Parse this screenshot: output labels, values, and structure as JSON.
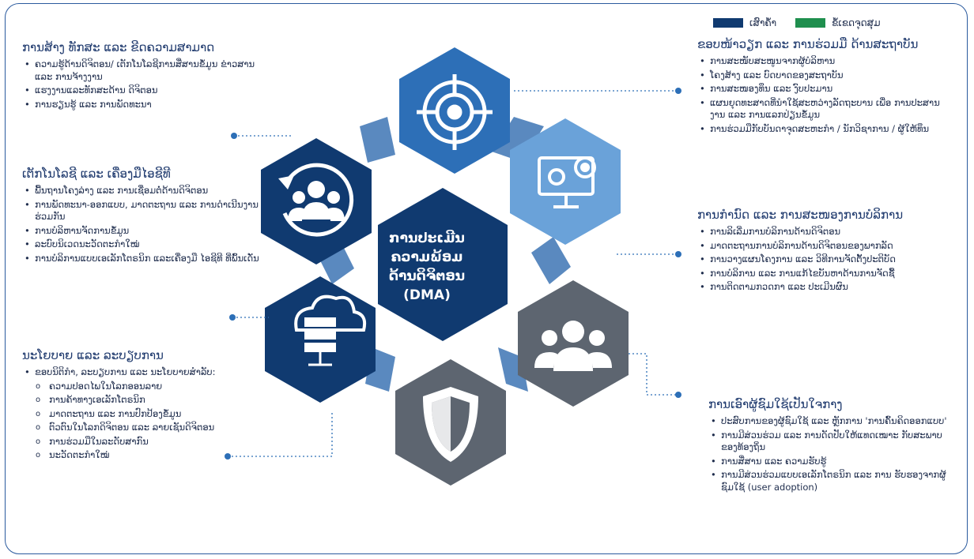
{
  "colors": {
    "navy": "#103a70",
    "blue": "#2d6fb7",
    "light_blue": "#6aa2d9",
    "gray": "#5d6570",
    "connector": "#5a89bf",
    "green": "#1f8f4e"
  },
  "legend": [
    {
      "label": "ເສົາຄ້ຳ",
      "color": "#103a70"
    },
    {
      "label": "ຂໍ້ເຂດຈຸດສຸມ",
      "color": "#1f8f4e"
    }
  ],
  "center": {
    "lines": [
      "ການປະເມີນ",
      "ຄວາມພ້ອມ",
      "ດ້ານດິຈິຕອນ",
      "(DMA)"
    ]
  },
  "icons": [
    {
      "name": "target-icon"
    },
    {
      "name": "computer-gear-icon"
    },
    {
      "name": "team-icon"
    },
    {
      "name": "shield-icon"
    },
    {
      "name": "cloud-server-icon"
    },
    {
      "name": "people-refresh-icon"
    }
  ],
  "left_blocks": [
    {
      "title": "ການສ້າງ ທັກສະ ແລະ ຂີດຄວາມສາມາດ",
      "items": [
        {
          "t": "ຄວາມຮູ້ດ້ານດິຈິຕອນ/ ເຕັກໂນໂລຊີການສື່ສານຂໍ້ມູນ ຂ່າວສານ ແລະ ການຈ້າງງານ",
          "lvl": 1
        },
        {
          "t": "ແຮງງານແລະທັກສະດ້ານ ດິຈິຕອນ",
          "lvl": 1
        },
        {
          "t": "ການຮຽນຮູ້ ແລະ ການພັດທະນາ",
          "lvl": 1
        }
      ]
    },
    {
      "title": "ເຕັກໂນໂລຊີ ແລະ ເຄື່ອງມືໄອຊີທີ",
      "items": [
        {
          "t": "ພື້ນຖານໂຄງລ່າງ ແລະ ການເຊື່ອມຕໍ່ດ້ານດິຈິຕອນ",
          "lvl": 1
        },
        {
          "t": "ການພັດທະນາ-ອອກແບບ, ມາດຕະຖານ ແລະ ການດຳເນີນງານຮ່ວມກັນ",
          "lvl": 1
        },
        {
          "t": "ການບໍລິຫານຈັດການຂໍ້ມູນ",
          "lvl": 1
        },
        {
          "t": "ລະບົບນິເວດນະວັດຕະກໍາໃໝ່",
          "lvl": 1
        },
        {
          "t": "ການບໍລິການແບບເອເລັກໂຕຣນິກ ແລະເຄື່ອງມື ໄອຊີທີ ທີ່ພົ້ນເດັ່ນ",
          "lvl": 1
        }
      ]
    },
    {
      "title": "ນະໂຍບາຍ ແລະ ລະບຽບການ",
      "items": [
        {
          "t": "ຂອບນິຕິກໍາ, ລະບຽບການ ແລະ ນະໂຍບາຍສໍາລັບ:",
          "lvl": 1
        },
        {
          "t": "ຄວາມປອດໄພໃນໂລກອອນລາຍ",
          "lvl": 2
        },
        {
          "t": "ການຄ້າທາງເອເລັກໂຕຣນິກ",
          "lvl": 2
        },
        {
          "t": "ມາດຕະຖານ ແລະ ການປົກປ້ອງຂໍ້ມູນ",
          "lvl": 2
        },
        {
          "t": " ຕົວຕົນໃນໂລກດິຈິຕອນ ແລະ ລາຍເຊັນດິຈິຕອນ",
          "lvl": 2
        },
        {
          "t": "ການຮ່ວມມືໃນລະດັບສາກົນ",
          "lvl": 2
        },
        {
          "t": "ນະວັດຕະກໍາໃໝ່",
          "lvl": 2
        }
      ]
    }
  ],
  "right_blocks": [
    {
      "title": "ຂອບໜ້າວຽກ ແລະ ການຮ່ວມມື ດ້ານສະຖາບັນ",
      "items": [
        {
          "t": "ການສະໜັບສະໜູນຈາກຜູ້ບໍລິຫານ",
          "lvl": 1
        },
        {
          "t": "ໂຄງສ້າງ ແລະ ບົດບາດຂອງສະຖາບັນ",
          "lvl": 1
        },
        {
          "t": "ການສະໜອງທຶນ ແລະ ງົບປະມານ",
          "lvl": 1
        },
        {
          "t": "ແຜນຍຸດທະສາດທີ່ນຳໃຊ້ສະຫວ່າງລັດຖະບານ ເພື່ອ ການປະສານງານ ແລະ ການແລກປ່ຽນຂໍ້ມູນ",
          "lvl": 1
        },
        {
          "t": "ການຮ່ວມມືກັບບັນດາຈຸດສະຫະກໍາ / ນັກວິຊາການ / ຜູ້ໃຫ້ທຶນ",
          "lvl": 1
        }
      ]
    },
    {
      "title": "ການກຳນົດ ແລະ ການສະໜອງການບໍລິການ",
      "items": [
        {
          "t": "ການລິເລີ່ມການບໍລິການດ້ານດິຈິຕອນ",
          "lvl": 1
        },
        {
          "t": "ມາດຕະຖານການບໍລິການດ້ານດິຈິຕອນຂອງພາກລັດ",
          "lvl": 1
        },
        {
          "t": "ການວາງແຜນໂຄງການ ແລະ ວິທີການຈັດຕັ້ງປະຕິບັດ",
          "lvl": 1
        },
        {
          "t": "ການບໍລິການ ແລະ ການແກ້ໄຂບັນຫາດ້ານການຈັດຊື້",
          "lvl": 1
        },
        {
          "t": "ການຕິດຕາມກວດກາ ແລະ ປະເມີນຜົນ",
          "lvl": 1
        }
      ]
    },
    {
      "title": "ການເອົາຜູ້ຊົມໃຊ້ເປັນໃຈກາງ",
      "items": [
        {
          "t": "ປະສົບການຂອງຜູ້ຊົມໃຊ້ ແລະ ຫຼັກການ 'ການຄົ້ນຄິດອອກແບບ'",
          "lvl": 1
        },
        {
          "t": "ການມີສ່ວນຮ່ວມ ແລະ ການດັດປັບໃຫ້ແທດເໝາະ ກັບສະພາບຂອງທ້ອງຖິ່ນ",
          "lvl": 1
        },
        {
          "t": "ການສື່ສານ ແລະ ຄວາມຮັບຮູ້",
          "lvl": 1
        },
        {
          "t": "ການມີສ່ວນຮ່ວມແບບເອເລັກໂຕຣນິກ ແລະ ການ ຮັບຮອງຈາກຜູ້ຊົມໃຊ້ (user adoption)",
          "lvl": 1
        }
      ]
    }
  ]
}
